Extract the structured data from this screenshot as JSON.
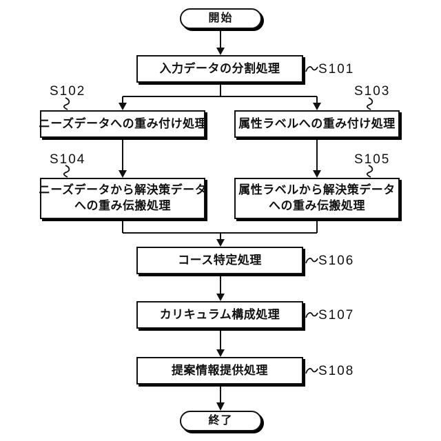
{
  "diagram": {
    "start_label": "開始",
    "end_label": "終了",
    "steps": [
      {
        "id": "S101",
        "lines": [
          "入力データの分割処理"
        ]
      },
      {
        "id": "S102",
        "lines": [
          "ニーズデータへの重み付け処理"
        ]
      },
      {
        "id": "S103",
        "lines": [
          "属性ラベルへの重み付け処理"
        ]
      },
      {
        "id": "S104",
        "lines": [
          "ニーズデータから解決策データ",
          "への重み伝搬処理"
        ]
      },
      {
        "id": "S105",
        "lines": [
          "属性ラベルから解決策データ",
          "への重み伝搬処理"
        ]
      },
      {
        "id": "S106",
        "lines": [
          "コース特定処理"
        ]
      },
      {
        "id": "S107",
        "lines": [
          "カリキュラム構成処理"
        ]
      },
      {
        "id": "S108",
        "lines": [
          "提案情報提供処理"
        ]
      }
    ],
    "colors": {
      "background": "#ffffff",
      "box_fill": "#ffffff",
      "line": "#111111",
      "shadow": "#000000",
      "text": "#111111"
    }
  }
}
